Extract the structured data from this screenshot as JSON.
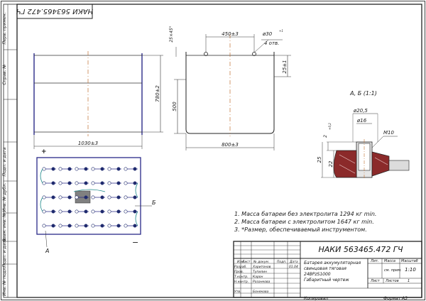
{
  "stamp_code": "НАКИ 563465.472 ГЧ",
  "side_column": [
    "Перв. примен.",
    "Справ. №",
    "Подп. и дата",
    "Инв. № дубл.",
    "Взам. инв. №",
    "Подп. и дата",
    "Инв. № подл."
  ],
  "front_view": {
    "width": "1030±3",
    "height": "780±2"
  },
  "side_view": {
    "top": "450±3",
    "hole": "ø30",
    "hole_tol": "+1",
    "holes": "4 отв.",
    "chamfer": "25×45°",
    "edge": "25±1",
    "height": "500",
    "width": "800±3"
  },
  "top_view": {
    "plus": "+",
    "minus": "−",
    "label_a": "А",
    "label_b": "Б"
  },
  "section": {
    "title": "А, Б (1:1)",
    "d1": "ø20,5",
    "d2": "ø16",
    "thread": "М10",
    "h1": "2",
    "h1_tol": "+0,2",
    "h2": "22",
    "h3": "25"
  },
  "notes": [
    "1. Масса батареи без электролита 1294 кг min.",
    "2. Масса батареи с электролитом 1647 кг min.",
    "3. *Размер, обеспечиваемый инструментом."
  ],
  "title_block": {
    "code": "НАКИ 563465.472 ГЧ",
    "name": [
      "Батарея аккумуляторная",
      "свинцовая тяговая",
      "24ВРzS1000",
      "Габаритный чертеж"
    ],
    "col_headers": [
      "Изм.",
      "Лист",
      "№ докум.",
      "Подп.",
      "Дата"
    ],
    "roles": [
      "Разраб.",
      "Пров.",
      "Т.контр.",
      "Н.контр.",
      "Утв."
    ],
    "people": [
      "Харитонов",
      "Тупилин",
      "Карон",
      "Розанкова",
      "Бонякова"
    ],
    "date": "01.04",
    "lit": "Лит.",
    "mass": "Масса",
    "scale": "Масштаб",
    "mass_val": "см. прим.",
    "scale_val": "1:10",
    "sheet": "Лист",
    "sheets": "Листов",
    "sheets_val": "1"
  },
  "footer": {
    "copied": "Копировал",
    "format": "Формат",
    "format_val": "А3"
  }
}
